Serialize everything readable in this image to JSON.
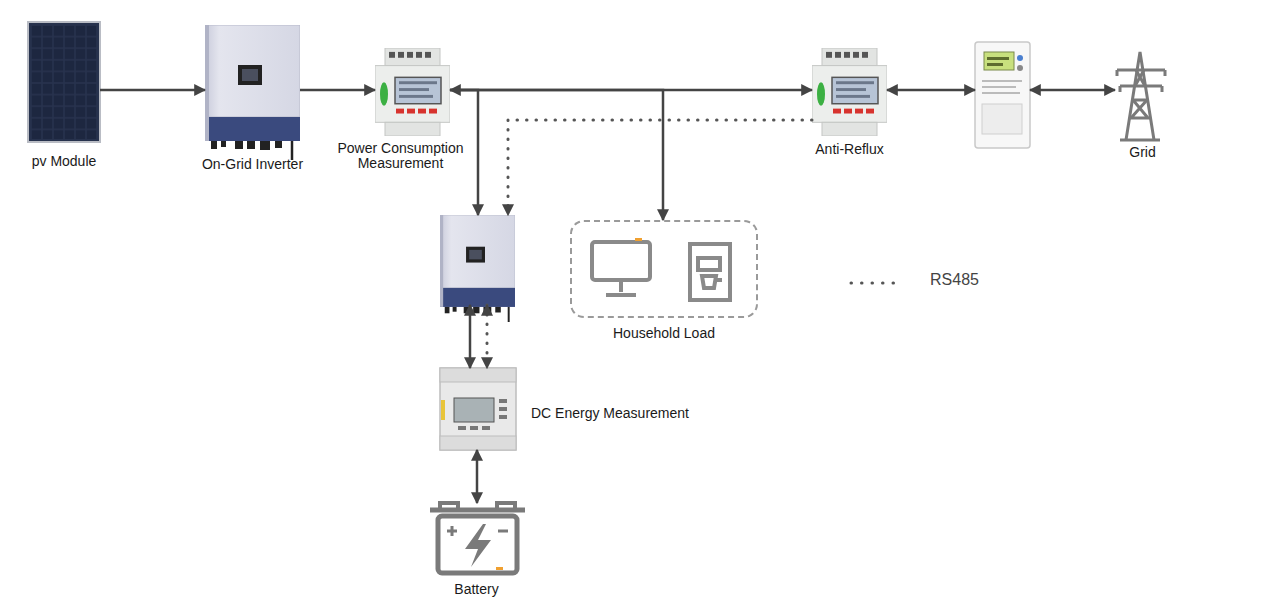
{
  "diagram": {
    "nodes": [
      {
        "text": [
          "pv Module"
        ]
      },
      {
        "text": [
          "On-Grid Inverter"
        ]
      },
      {
        "text": [
          "Power Consumption Measurement"
        ]
      },
      {
        "text": [
          "Anti-Reflux"
        ]
      },
      {
        "text": []
      },
      {
        "text": [
          "Grid"
        ]
      },
      {
        "text": []
      },
      {
        "text": [
          "Household Load"
        ]
      },
      {
        "text": [
          "DC Energy Measurement"
        ]
      },
      {
        "text": [
          "Battery"
        ]
      }
    ],
    "edges": [
      {
        "from": 0,
        "to": 1,
        "arrow": "to"
      },
      {
        "from": 1,
        "to": 2,
        "arrow": "to"
      },
      {
        "from": 2,
        "to": 3,
        "arrow": "to"
      },
      {
        "from": 2,
        "to": 6,
        "arrow": "both"
      },
      {
        "from": 2,
        "to": 7,
        "arrow": "to"
      },
      {
        "from": 3,
        "to": 4,
        "arrow": "both"
      },
      {
        "from": 4,
        "to": 5,
        "arrow": "both"
      },
      {
        "from": 3,
        "to": 6,
        "arrow": "to"
      },
      {
        "from": 6,
        "to": 8,
        "arrow": "both"
      },
      {
        "from": 6,
        "to": 8,
        "arrow": "both"
      },
      {
        "from": 8,
        "to": 9,
        "arrow": "both"
      }
    ],
    "legend": [
      {
        "text": "RS485"
      }
    ]
  }
}
